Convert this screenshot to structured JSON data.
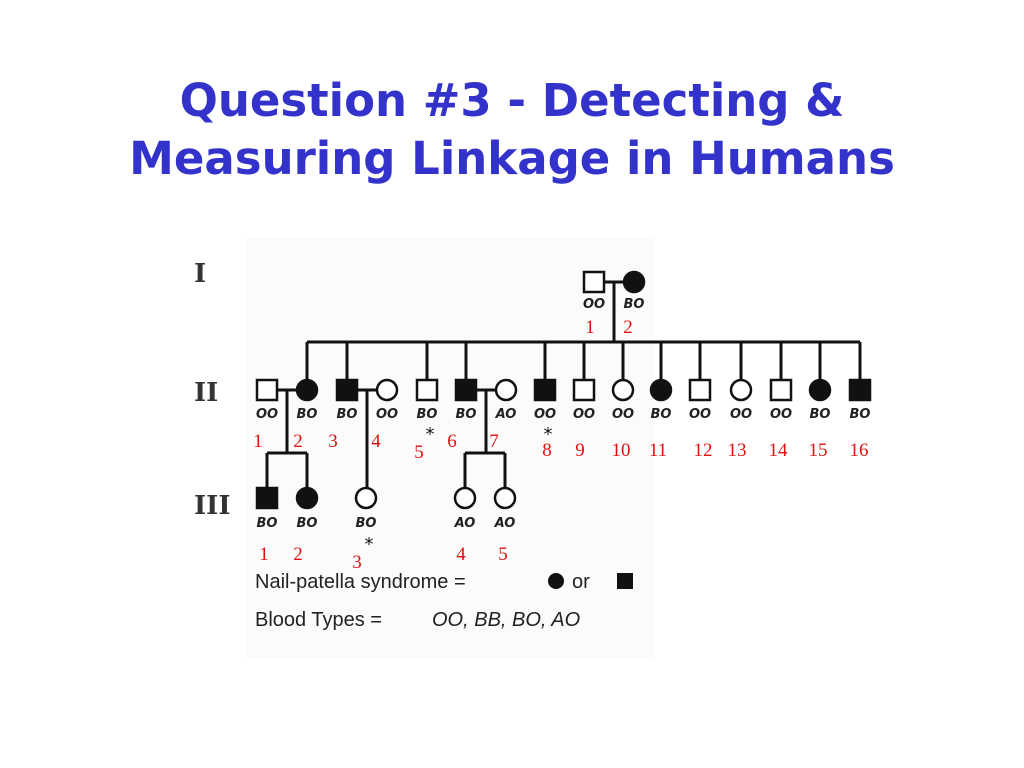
{
  "title": {
    "line1": "Question #3 - Detecting &",
    "line2": "Measuring Linkage in Humans"
  },
  "pedigree": {
    "generations": [
      "I",
      "II",
      "III"
    ],
    "gen1": [
      {
        "num": "1",
        "sex": "male",
        "affected": false,
        "genotype": "OO"
      },
      {
        "num": "2",
        "sex": "female",
        "affected": true,
        "genotype": "BO"
      }
    ],
    "gen2": [
      {
        "num": "1",
        "sex": "male",
        "affected": false,
        "genotype": "OO"
      },
      {
        "num": "2",
        "sex": "female",
        "affected": true,
        "genotype": "BO"
      },
      {
        "num": "3",
        "sex": "male",
        "affected": true,
        "genotype": "BO"
      },
      {
        "num": "4",
        "sex": "female",
        "affected": false,
        "genotype": "OO"
      },
      {
        "num": "5",
        "sex": "male",
        "affected": false,
        "genotype": "BO",
        "star": true
      },
      {
        "num": "6",
        "sex": "male",
        "affected": true,
        "genotype": "BO"
      },
      {
        "num": "7",
        "sex": "female",
        "affected": false,
        "genotype": "AO"
      },
      {
        "num": "8",
        "sex": "male",
        "affected": true,
        "genotype": "OO",
        "star": true
      },
      {
        "num": "9",
        "sex": "male",
        "affected": false,
        "genotype": "OO"
      },
      {
        "num": "10",
        "sex": "female",
        "affected": false,
        "genotype": "OO"
      },
      {
        "num": "11",
        "sex": "female",
        "affected": true,
        "genotype": "BO"
      },
      {
        "num": "12",
        "sex": "male",
        "affected": false,
        "genotype": "OO"
      },
      {
        "num": "13",
        "sex": "female",
        "affected": false,
        "genotype": "OO"
      },
      {
        "num": "14",
        "sex": "male",
        "affected": false,
        "genotype": "OO"
      },
      {
        "num": "15",
        "sex": "female",
        "affected": true,
        "genotype": "BO"
      },
      {
        "num": "16",
        "sex": "male",
        "affected": true,
        "genotype": "BO"
      }
    ],
    "gen3": [
      {
        "num": "1",
        "sex": "male",
        "affected": true,
        "genotype": "BO"
      },
      {
        "num": "2",
        "sex": "female",
        "affected": true,
        "genotype": "BO"
      },
      {
        "num": "3",
        "sex": "female",
        "affected": false,
        "genotype": "BO",
        "star": true
      },
      {
        "num": "4",
        "sex": "female",
        "affected": false,
        "genotype": "AO"
      },
      {
        "num": "5",
        "sex": "female",
        "affected": false,
        "genotype": "AO"
      }
    ],
    "star_symbol": "*",
    "legend": {
      "syndrome_label": "Nail-patella syndrome =",
      "or_label": "or",
      "blood_label": "Blood Types =",
      "blood_values": "OO, BB, BO, AO"
    }
  },
  "colors": {
    "title": "#3333cc",
    "numbers": "#e01010",
    "symbols": "#111111"
  }
}
